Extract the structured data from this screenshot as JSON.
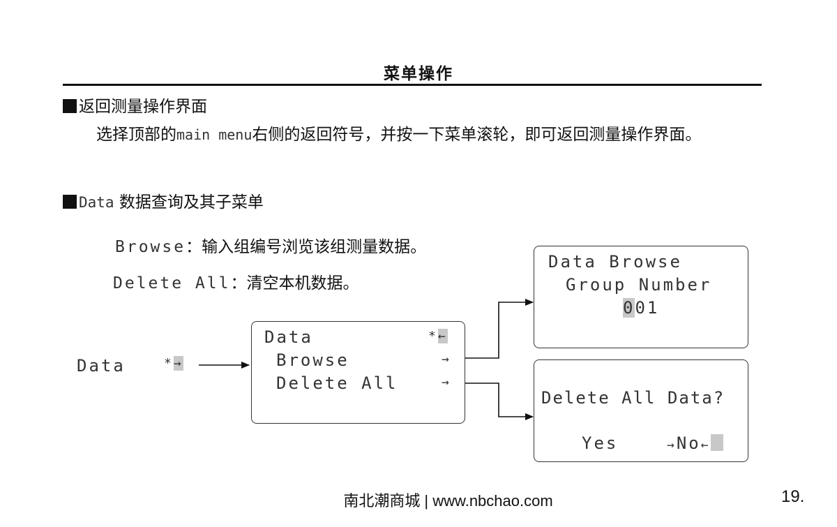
{
  "header": {
    "title": "菜单操作"
  },
  "section1": {
    "title": "返回测量操作界面",
    "body_before": "选择顶部的",
    "body_code": "main menu",
    "body_after": "右侧的返回符号，并按一下菜单滚轮，即可返回测量操作界面。"
  },
  "section2": {
    "title_code": "Data",
    "title_text": " 数据查询及其子菜单"
  },
  "notes": [
    {
      "code": "Browse",
      "text": "：输入组编号浏览该组测量数据。"
    },
    {
      "code": "Delete All",
      "text": "：清空本机数据。"
    }
  ],
  "diagram": {
    "entry": {
      "label": "Data",
      "marker": "*",
      "arrow": "→"
    },
    "menu": {
      "title": "Data",
      "title_marker": "*",
      "title_arrow": "←",
      "items": [
        {
          "label": "Browse",
          "arrow": "→"
        },
        {
          "label": "Delete All",
          "arrow": "→"
        }
      ]
    },
    "browse_screen": {
      "line1": "Data Browse",
      "line2": "Group Number",
      "value_first": "0",
      "value_rest": "01"
    },
    "delete_screen": {
      "question": "Delete All Data?",
      "yes": "Yes",
      "no_left_arrow": "→",
      "no": "No",
      "no_right_arrow": "←"
    }
  },
  "footer": {
    "text": "南北潮商城 | www.nbchao.com",
    "page_number": "19."
  }
}
